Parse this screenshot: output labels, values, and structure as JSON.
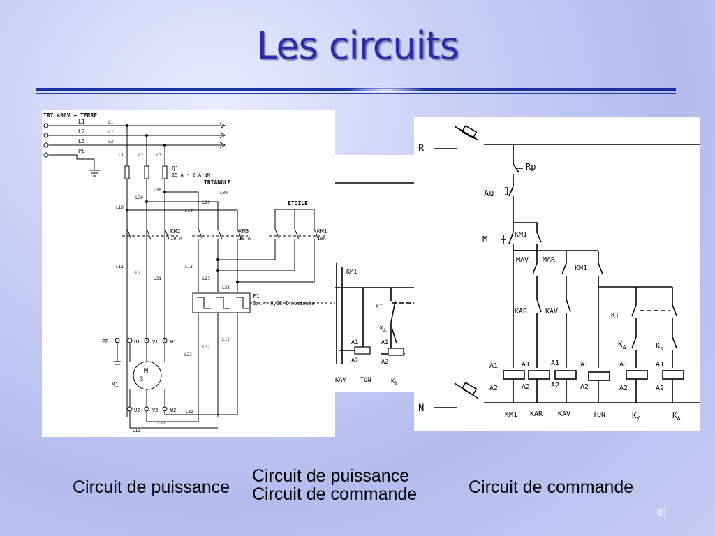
{
  "slide": {
    "title": "Les circuits",
    "page_number": "30"
  },
  "captions": {
    "left": "Circuit de puissance",
    "middle_top": "Circuit de puissance",
    "middle_bottom": "Circuit de commande",
    "right": "Circuit de commande"
  },
  "power_diagram": {
    "header": "TRI 400V + TERRE",
    "line_labels": [
      "L1",
      "L2",
      "L3",
      "PE"
    ],
    "breaker": "Q1",
    "breaker_rating": "25 A - 2 A aM",
    "triangle": "TRIANGLE",
    "etoile": "ETOILE",
    "contactor_km2": "KM2",
    "contactor_km3": "KM3",
    "contactor_km1": "KM1",
    "rating_10a": "10 A",
    "rating_10a_b": "10A",
    "relay": "F1",
    "relay_setting": "Cal = 0,58 I nominale",
    "pe": "PE",
    "motor": "M1",
    "motor_symbol": "M",
    "motor_phase": "3",
    "terminals_top": [
      "U1",
      "V1",
      "W1"
    ],
    "terminals_bottom": [
      "U2",
      "V2",
      "W2"
    ],
    "wires": {
      "l1": "L1",
      "l2": "L2",
      "l3": "L3",
      "l10": "L10",
      "l11": "L11",
      "l12": "L12",
      "l13": "L13",
      "l20": "L20",
      "l21": "L21",
      "l22": "L22",
      "l23": "L23",
      "l30": "L30",
      "l31": "L31",
      "l32": "L32",
      "l33": "L33"
    }
  },
  "control_diagram": {
    "supply_r": "R",
    "supply_n": "N",
    "rp": "Rp",
    "au": "Au",
    "m": "M",
    "km1": "KM1",
    "mav": "MAV",
    "mar": "MAR",
    "kar": "KAR",
    "kav": "KAV",
    "kt": "KT",
    "k": "K",
    "sub_delta": "Δ",
    "sub_y": "Y",
    "a1": "A1",
    "a2": "A2",
    "coils": [
      "KM1",
      "KAR",
      "KAV",
      "TON"
    ],
    "coil_k_y": "K",
    "coil_k_delta": "K"
  },
  "middle_diagram": {
    "km1": "KM1",
    "kt": "KT",
    "k": "K",
    "sub_delta": "Δ",
    "a1": "A1",
    "a2": "A2",
    "kav": "KAV",
    "ton": "TON"
  }
}
